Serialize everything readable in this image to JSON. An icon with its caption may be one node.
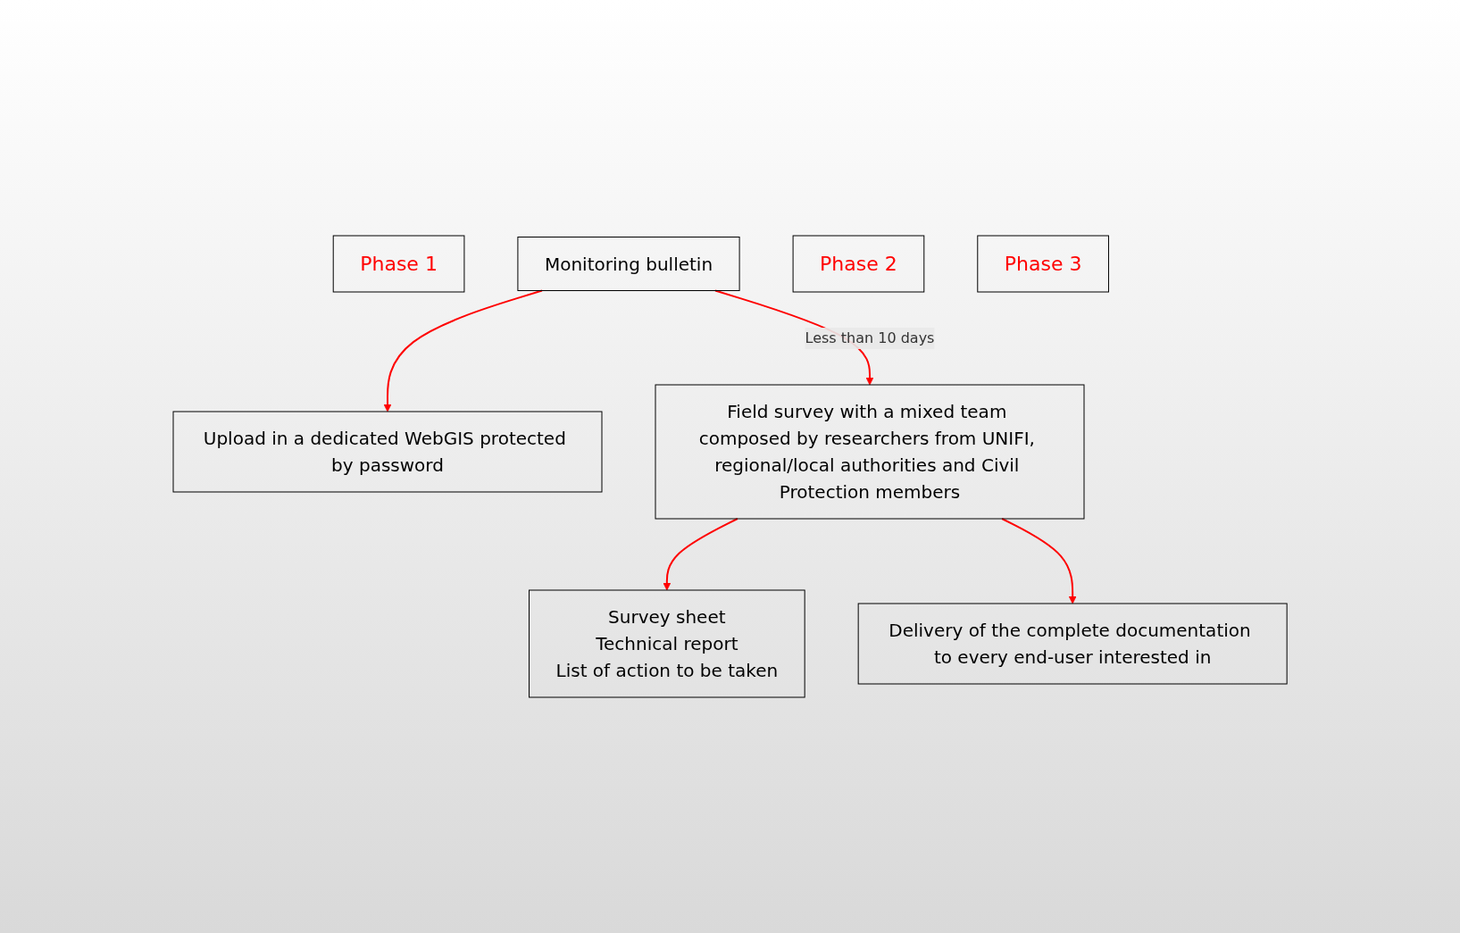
{
  "diagram": {
    "nodes": [
      {
        "text": [
          "Phase 1"
        ]
      },
      {
        "text": [
          "Monitoring bulletin"
        ]
      },
      {
        "text": [
          "Upload in a dedicated WebGIS protected by password"
        ]
      },
      {
        "text": [
          "Phase 2"
        ]
      },
      {
        "text": [
          "Field survey with a mixed team composed by researchers from UNIFI, regional/local authorities and Civil Protection members"
        ]
      },
      {
        "text": [
          "Survey sheet",
          "Technical report",
          "List of action to be taken"
        ]
      },
      {
        "text": [
          "Phase 3"
        ]
      },
      {
        "text": [
          "Delivery of the complete documentation to every end-user interested in"
        ]
      }
    ],
    "edges": [
      {
        "from": 1,
        "to": 2,
        "arrow": "to"
      },
      {
        "from": 1,
        "to": 4,
        "arrow": "to",
        "label": "Less than 10 days"
      },
      {
        "from": 4,
        "to": 5,
        "arrow": "to"
      },
      {
        "from": 4,
        "to": 7,
        "arrow": "to"
      }
    ]
  }
}
